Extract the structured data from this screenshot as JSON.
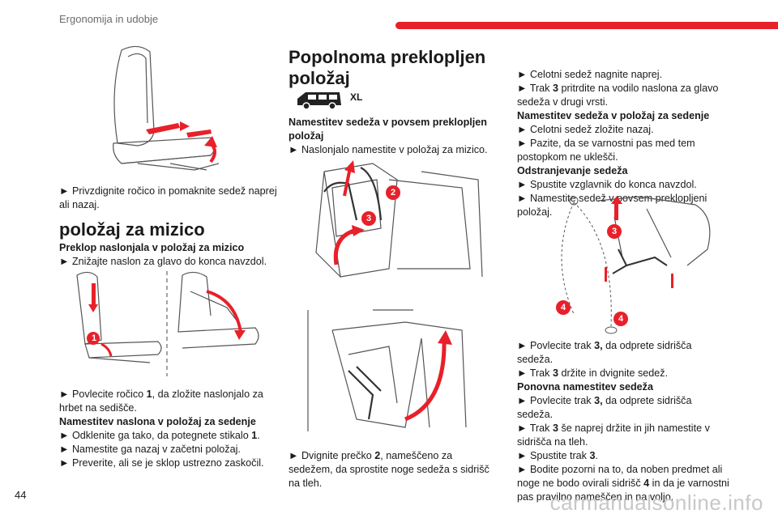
{
  "header": {
    "section_title": "Ergonomija in udobje"
  },
  "page_number": "44",
  "watermark": "carmanualsonline.info",
  "colors": {
    "accent": "#e8202a",
    "text": "#1a1a1a",
    "muted": "#6b6b6b"
  },
  "col1": {
    "para1": "► Privzdignite ročico in pomaknite sedež naprej ali nazaj.",
    "heading": "položaj za mizico",
    "sub1": "Preklop naslonjala v položaj za mizico",
    "line1": "► Znižajte naslon za glavo do konca navzdol.",
    "fig_label": "1",
    "line2_a": "► Povlecite ročico ",
    "line2_b": "1",
    "line2_c": ", da zložite naslonjalo za hrbet na sedišče.",
    "sub2": "Namestitev naslona v položaj za sedenje",
    "line3_a": "► Odklenite ga tako, da potegnete stikalo ",
    "line3_b": "1",
    "line3_c": ".",
    "line4": "► Namestite ga nazaj v začetni položaj.",
    "line5": "► Preverite, ali se je sklop ustrezno zaskočil."
  },
  "col2": {
    "heading": "Popolnoma preklopljen položaj",
    "badge": "XL",
    "sub1": "Namestitev sedeža v povsem preklopljen položaj",
    "line1": "► Naslonjalo namestite v položaj za mizico.",
    "fig_labels": [
      "2",
      "3"
    ],
    "line2_a": "► Dvignite prečko ",
    "line2_b": "2",
    "line2_c": ", nameščeno za sedežem, da sprostite noge sedeža s sidrišč na tleh."
  },
  "col3": {
    "line1": "► Celotni sedež nagnite naprej.",
    "line2_a": "► Trak ",
    "line2_b": "3",
    "line2_c": " pritrdite na vodilo naslona za glavo sedeža v drugi vrsti.",
    "sub1": "Namestitev sedeža v položaj za sedenje",
    "line3": "► Celotni sedež zložite nazaj.",
    "line4": "► Pazite, da se varnostni pas med tem postopkom ne uklešči.",
    "sub2": "Odstranjevanje sedeža",
    "line5": "► Spustite vzglavnik do konca navzdol.",
    "line6": "► Namestite sedež v povsem preklopljeni položaj.",
    "fig_labels": [
      "3",
      "4",
      "4"
    ],
    "line7_a": "► Povlecite trak ",
    "line7_b": "3,",
    "line7_c": " da odprete sidrišča sedeža.",
    "line8_a": "► Trak ",
    "line8_b": "3",
    "line8_c": " držite in dvignite sedež.",
    "sub3": "Ponovna namestitev sedeža",
    "line9_a": "► Povlecite trak ",
    "line9_b": "3,",
    "line9_c": " da odprete sidrišča sedeža.",
    "line10_a": "► Trak ",
    "line10_b": "3",
    "line10_c": " še naprej držite in jih namestite v sidrišča na tleh.",
    "line11_a": "► Spustite trak ",
    "line11_b": "3",
    "line11_c": ".",
    "line12_a": "► Bodite pozorni na to, da noben predmet ali noge ne bodo ovirali sidrišč ",
    "line12_b": "4",
    "line12_c": " in da je varnostni pas pravilno nameščen in na voljo."
  }
}
